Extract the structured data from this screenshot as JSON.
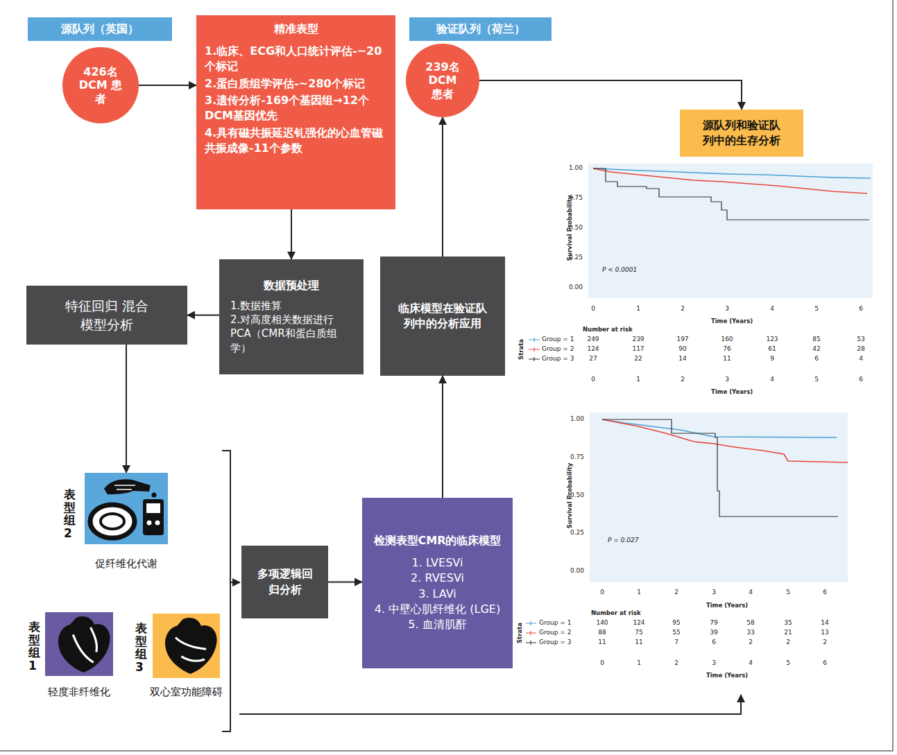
{
  "diagram": {
    "nodes": [
      {
        "text": [
          "源队列（英国）"
        ]
      },
      {
        "text": [
          "426名 DCM 患者"
        ]
      },
      {
        "text": [
          "精准表型",
          "1.临床、ECG和人口统计评估-~20个标记",
          "2.蛋白质组学评估-~280个标记",
          "3.遗传分析-169个基因组→12个DCM基因优先",
          "4.具有磁共振延迟钆强化的心血管磁共振成像-11个参数"
        ]
      },
      {
        "text": [
          "验证队列（荷兰）"
        ]
      },
      {
        "text": [
          "239名 DCM 患者"
        ]
      },
      {
        "text": [
          "源队列和验证队列中的生存分析"
        ]
      },
      {
        "text": [
          "数据预处理",
          "1.数据推算",
          "2.对高度相关数据进行PCA（CMR和蛋白质组学）"
        ]
      },
      {
        "text": [
          "临床模型在验证队列中的分析应用"
        ]
      },
      {
        "text": [
          "特征回归 混合模型分析"
        ]
      },
      {
        "text": [
          "表型组2",
          "促纤维化代谢"
        ]
      },
      {
        "text": [
          "多项逻辑回归分析"
        ]
      },
      {
        "text": [
          "检测表型CMR的临床模型",
          "1. LVESVi",
          "2. RVESVi",
          "3. LAVi",
          "4. 中壁心肌纤维化 (LGE)",
          "5. 血清肌酐"
        ]
      },
      {
        "text": [
          "表型组1",
          "轻度非纤维化"
        ]
      },
      {
        "text": [
          "表型组3",
          "双心室功能障碍"
        ]
      }
    ],
    "edges": [
      {
        "from": 1,
        "to": 2,
        "arrow": "to"
      },
      {
        "from": 2,
        "to": 6,
        "arrow": "to"
      },
      {
        "from": 6,
        "to": 8,
        "arrow": "to"
      },
      {
        "from": 8,
        "to": 9,
        "arrow": "to"
      },
      {
        "from": 10,
        "to": 11,
        "arrow": "to"
      },
      {
        "from": 11,
        "to": 7,
        "arrow": "to"
      },
      {
        "from": 7,
        "to": 4,
        "arrow": "to"
      },
      {
        "from": 4,
        "to": 5,
        "arrow": "to"
      }
    ],
    "labels": [
      "1.00",
      "0.75",
      "0.50",
      "0.25",
      "0.00",
      "Survival Probability",
      "P < 0.0001",
      "0",
      "1",
      "2",
      "3",
      "4",
      "5",
      "6",
      "Time (Years)",
      "Number at risk",
      "Group = 1",
      "249",
      "239",
      "197",
      "160",
      "123",
      "85",
      "53",
      "Group = 2",
      "124",
      "117",
      "90",
      "76",
      "61",
      "42",
      "28",
      "Group = 3",
      "27",
      "22",
      "14",
      "11",
      "9",
      "6",
      "4",
      "Strata",
      "0",
      "1",
      "2",
      "3",
      "4",
      "5",
      "6",
      "Time (Years)",
      "1.00",
      "0.75",
      "0.50",
      "0.25",
      "0.00",
      "Survival Probability",
      "P = 0.027",
      "0",
      "1",
      "2",
      "3",
      "4",
      "5",
      "6",
      "Time (Years)",
      "Number at risk",
      "Group = 1",
      "140",
      "124",
      "95",
      "79",
      "58",
      "35",
      "14",
      "Group = 2",
      "88",
      "75",
      "55",
      "39",
      "33",
      "21",
      "13",
      "Group = 3",
      "11",
      "11",
      "7",
      "6",
      "2",
      "2",
      "2",
      "Strata",
      "0",
      "1",
      "2",
      "3",
      "4",
      "5",
      "6",
      "Time (Years)"
    ]
  }
}
